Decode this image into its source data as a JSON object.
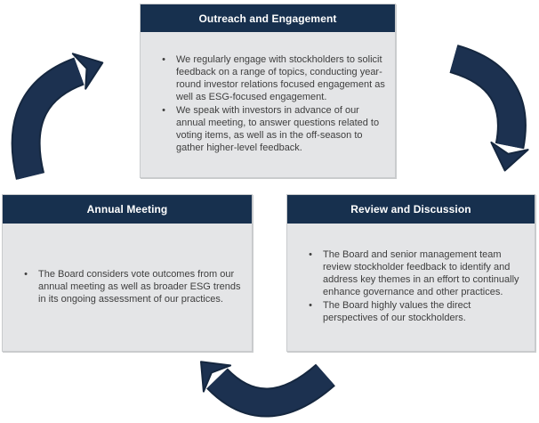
{
  "diagram": {
    "boxes": [
      {
        "id": "outreach-and-engagement",
        "title": "Outreach and Engagement",
        "bullets": [
          "We regularly engage with stockholders to solicit feedback on a range of topics, conducting year-round investor relations focused engagement as well as ESG-focused engagement.",
          "We speak with investors in advance of our annual meeting, to answer questions related to voting items, as well as in the off-season to gather higher-level feedback."
        ]
      },
      {
        "id": "annual-meeting",
        "title": "Annual Meeting",
        "bullets": [
          "The Board considers vote outcomes from our annual meeting as well as broader ESG trends in its ongoing assessment of our practices."
        ]
      },
      {
        "id": "review-and-discussion",
        "title": "Review and Discussion",
        "bullets": [
          "The Board and senior management team review stockholder feedback to identify and address key themes in an effort to continually enhance governance and other practices.",
          "The Board highly values the direct perspectives of our stockholders."
        ]
      }
    ],
    "arrows": [
      {
        "name": "curved-arrow-up-right",
        "from": "annual-meeting",
        "to": "outreach-and-engagement"
      },
      {
        "name": "curved-arrow-down-right",
        "from": "outreach-and-engagement",
        "to": "review-and-discussion"
      },
      {
        "name": "curved-arrow-left",
        "from": "review-and-discussion",
        "to": "annual-meeting"
      }
    ],
    "colors": {
      "canvas_bg": "#ffffff",
      "header_bg": "#17304e",
      "header_text": "#ffffff",
      "body_bg": "#e4e5e7",
      "body_border": "#c9cbcd",
      "body_text": "#3e3e3e",
      "arrow_fill": "#1c3150",
      "arrow_outline": "#15273f"
    }
  }
}
